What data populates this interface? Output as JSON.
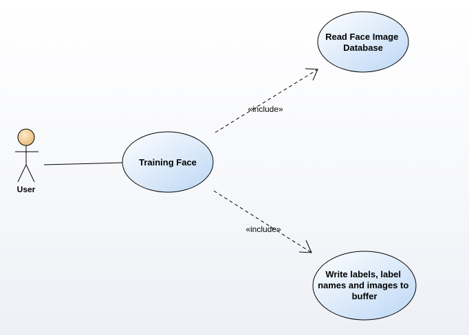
{
  "diagram": {
    "type": "uml-use-case",
    "actor": {
      "name": "User"
    },
    "use_cases": {
      "training": {
        "lines": [
          "Training Face"
        ]
      },
      "read_db": {
        "lines": [
          "Read Face Image",
          "Database"
        ]
      },
      "write_buffer": {
        "lines": [
          "Write labels, label",
          "names and images to",
          "buffer"
        ]
      }
    },
    "relations": {
      "include_read": {
        "stereotype": "«include»"
      },
      "include_write": {
        "stereotype": "«include»"
      }
    },
    "colors": {
      "use_case_fill_light": "#ffffff",
      "use_case_fill_dark": "#bcd7f5",
      "actor_head_fill_light": "#fdebc8",
      "actor_head_fill_dark": "#e7b978",
      "stroke": "#000000"
    }
  }
}
